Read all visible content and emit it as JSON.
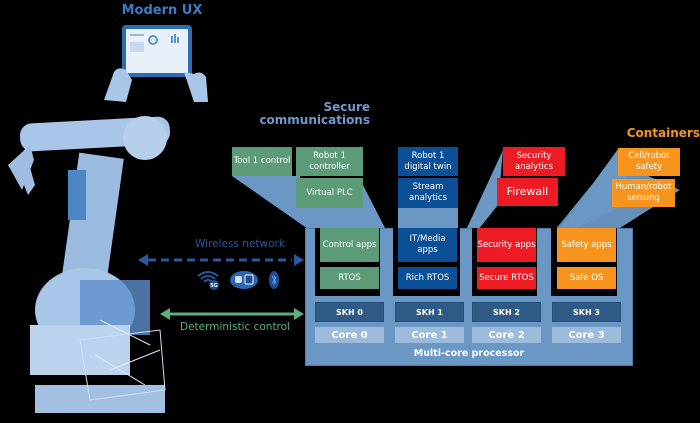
{
  "titles": {
    "modern_ux": "Modern UX",
    "secure_communications": "Secure communications",
    "containers": "Containers"
  },
  "links": {
    "wireless": "Wireless network",
    "deterministic": "Deterministic control"
  },
  "wireless_icons": [
    "5g-wifi-icon",
    "wifi-cloud-icon",
    "bluetooth-icon"
  ],
  "colors": {
    "green": "#5b9b78",
    "navy": "#0b4f96",
    "red": "#ed1c24",
    "orange": "#f7941d",
    "processor": "#6b97c4",
    "skh": "#2f5a86",
    "core": "#9dbbdb"
  },
  "cloud_workloads": {
    "core0": [
      "Tool 1 control",
      "Robot 1 controller",
      "Virtual PLC"
    ],
    "core1": [
      "Robot 1 digital twin",
      "Stream analytics"
    ],
    "core2": [
      "Security analytics",
      "Firewall"
    ],
    "core3": [
      "Cell/robot safety",
      "Human/robot sensing"
    ]
  },
  "partitions": [
    {
      "apps": "Control apps",
      "os": "RTOS",
      "skh": "SKH 0",
      "core": "Core 0"
    },
    {
      "apps": "IT/Media apps",
      "os": "Rich RTOS",
      "skh": "SKH 1",
      "core": "Core 1"
    },
    {
      "apps": "Security apps",
      "os": "Secure RTOS",
      "skh": "SKH 2",
      "core": "Core 2"
    },
    {
      "apps": "Safety apps",
      "os": "Safe OS",
      "skh": "SKH 3",
      "core": "Core 3"
    }
  ],
  "processor_label": "Multi-core processor"
}
